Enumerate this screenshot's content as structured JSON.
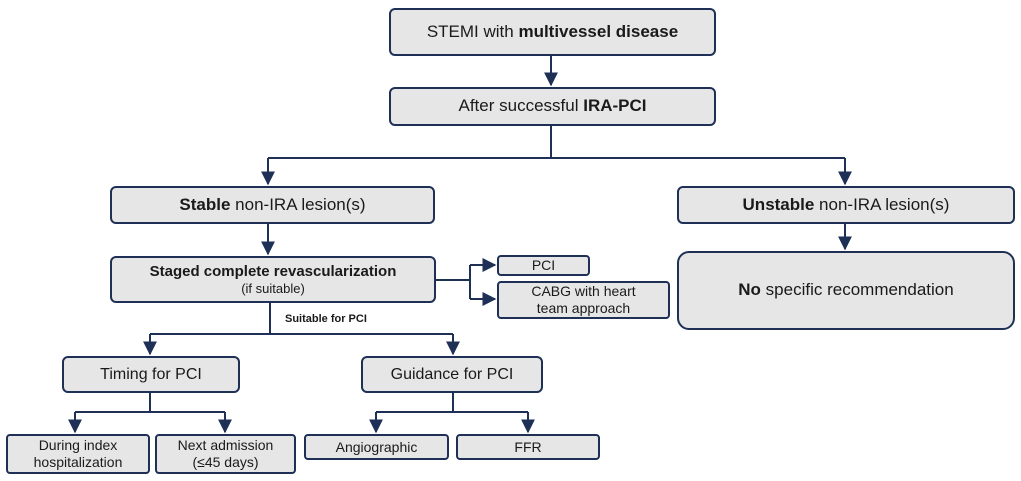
{
  "nodes": {
    "stemi": {
      "pre": "STEMI with ",
      "bold": "multivessel disease",
      "post": ""
    },
    "after": {
      "pre": "After successful ",
      "bold": "IRA-PCI",
      "post": ""
    },
    "stable": {
      "pre": "",
      "bold": "Stable",
      "post": " non-IRA lesion(s)"
    },
    "unstable": {
      "pre": "",
      "bold": "Unstable",
      "post": " non-IRA lesion(s)"
    },
    "staged": {
      "bold": "Staged complete revascularization",
      "sub": "(if suitable)"
    },
    "pci": {
      "text": "PCI"
    },
    "cabg": {
      "line1": "CABG with heart",
      "line2": "team approach"
    },
    "no_rec": {
      "pre": "",
      "bold": "No",
      "post": " specific recommendation"
    },
    "timing": {
      "text": "Timing for PCI"
    },
    "guidance": {
      "text": "Guidance for PCI"
    },
    "during": {
      "line1": "During index",
      "line2": "hospitalization"
    },
    "next": {
      "line1": "Next admission",
      "line2": "(≤45 days)"
    },
    "angio": {
      "text": "Angiographic"
    },
    "ffr": {
      "text": "FFR"
    }
  },
  "edge_labels": {
    "suitable": "Suitable for PCI"
  },
  "colors": {
    "line": "#1f3057",
    "box_fill": "#e6e6e6"
  }
}
